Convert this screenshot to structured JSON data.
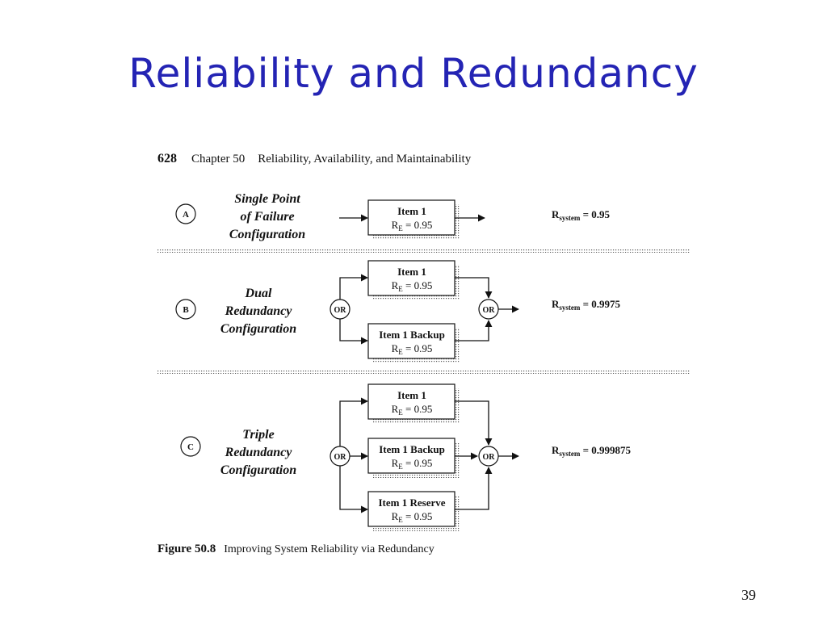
{
  "slide": {
    "title": "Reliability and Redundancy",
    "page_number": "39"
  },
  "figure": {
    "page": "628",
    "chapter": "Chapter 50",
    "chapter_title": "Reliability, Availability, and Maintainability",
    "caption_label": "Figure 50.8",
    "caption_text": "Improving System Reliability via Redundancy"
  },
  "configs": [
    {
      "letter": "A",
      "name_lines": [
        "Single Point",
        "of Failure",
        "Configuration"
      ],
      "items": [
        {
          "name": "Item 1",
          "r_label": "R",
          "r_sub": "E",
          "r_value": " = 0.95"
        }
      ],
      "result_label": "R",
      "result_sub": "system",
      "result_value": " = 0.95"
    },
    {
      "letter": "B",
      "name_lines": [
        "Dual",
        "Redundancy",
        "Configuration"
      ],
      "items": [
        {
          "name": "Item 1",
          "r_label": "R",
          "r_sub": "E",
          "r_value": " = 0.95"
        },
        {
          "name": "Item 1 Backup",
          "r_label": "R",
          "r_sub": "E",
          "r_value": " = 0.95"
        }
      ],
      "gate_label": "OR",
      "result_label": "R",
      "result_sub": "system",
      "result_value": " = 0.9975"
    },
    {
      "letter": "C",
      "name_lines": [
        "Triple",
        "Redundancy",
        "Configuration"
      ],
      "items": [
        {
          "name": "Item 1",
          "r_label": "R",
          "r_sub": "E",
          "r_value": " = 0.95"
        },
        {
          "name": "Item 1 Backup",
          "r_label": "R",
          "r_sub": "E",
          "r_value": " = 0.95"
        },
        {
          "name": "Item 1 Reserve",
          "r_label": "R",
          "r_sub": "E",
          "r_value": " = 0.95"
        }
      ],
      "gate_label": "OR",
      "result_label": "R",
      "result_sub": "system",
      "result_value": " = 0.999875"
    }
  ]
}
